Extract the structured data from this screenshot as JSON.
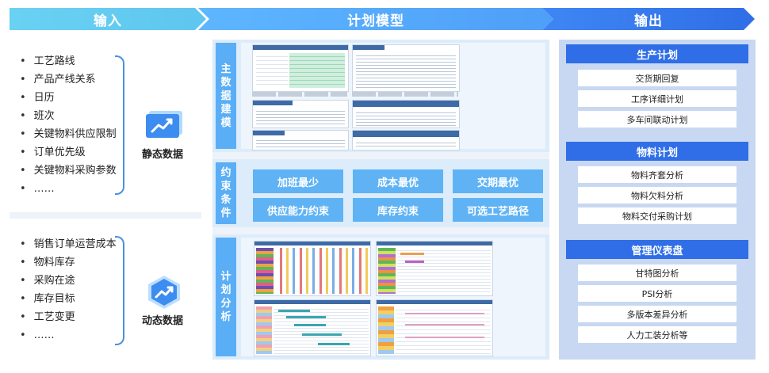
{
  "headers": {
    "input": "输入",
    "model": "计划模型",
    "output": "输出"
  },
  "input": {
    "static": {
      "items": [
        "工艺路线",
        "产品产线关系",
        "日历",
        "班次",
        "关键物料供应限制",
        "订单优先级",
        "关键物料采购参数",
        "……"
      ],
      "label": "静态数据",
      "icon": "static-data-chart-icon"
    },
    "dynamic": {
      "items": [
        "销售订单运营成本",
        "物料库存",
        "采购在途",
        "库存目标",
        "工艺变更",
        "……"
      ],
      "label": "动态数据",
      "icon": "dynamic-data-hexagon-icon"
    }
  },
  "model": {
    "master": {
      "title": [
        "主",
        "数",
        "据",
        "建",
        "模"
      ]
    },
    "constraints": {
      "title": [
        "约",
        "束",
        "条",
        "件"
      ],
      "buttons": [
        "加班最少",
        "成本最优",
        "交期最优",
        "供应能力约束",
        "库存约束",
        "可选工艺路径"
      ]
    },
    "analysis": {
      "title": [
        "计",
        "划",
        "分",
        "析"
      ]
    }
  },
  "output": {
    "sections": [
      {
        "title": "生产计划",
        "items": [
          "交货期回复",
          "工序详细计划",
          "多车间联动计划"
        ]
      },
      {
        "title": "物料计划",
        "items": [
          "物料齐套分析",
          "物料欠料分析",
          "物料交付采购计划"
        ]
      },
      {
        "title": "管理仪表盘",
        "items": [
          "甘特图分析",
          "PSI分析",
          "多版本差异分析",
          "人力工装分析等"
        ]
      }
    ]
  },
  "colors": {
    "accent": "#2f6ee6",
    "light_blue": "#5fb3f5",
    "brace": "#4a90e2"
  }
}
